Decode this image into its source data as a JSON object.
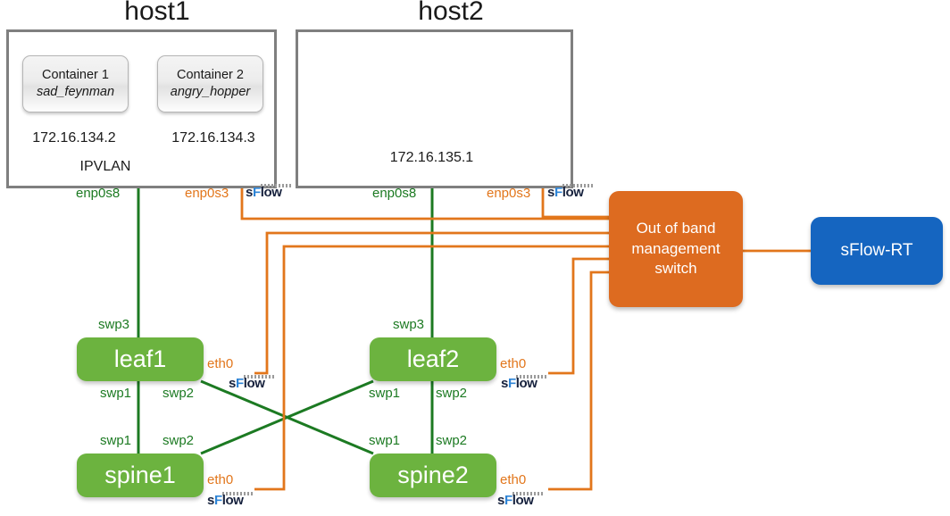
{
  "diagram": {
    "title": "sFlow leaf-spine network topology with Docker containers",
    "colors": {
      "switch_green": "#6cb33f",
      "oob_orange": "#dd6b20",
      "sflowrt_blue": "#1565c0",
      "mgmt_link": "#e2761b",
      "data_link": "#1c7a22",
      "container_link": "#2e7dd1",
      "host_border": "#7f7f7f"
    }
  },
  "hosts": [
    {
      "title": "host1",
      "ip": "172.16.134.2",
      "ip2": "172.16.134.3",
      "network_label": "IPVLAN",
      "containers": [
        {
          "title": "Container 1",
          "name": "sad_feynman"
        },
        {
          "title": "Container 2",
          "name": "angry_hopper"
        }
      ],
      "ports": [
        {
          "label": "enp0s8",
          "kind": "data"
        },
        {
          "label": "enp0s3",
          "kind": "mgmt",
          "sflow": true
        }
      ]
    },
    {
      "title": "host2",
      "ip": "172.16.135.1",
      "containers": [],
      "ports": [
        {
          "label": "enp0s8",
          "kind": "data"
        },
        {
          "label": "enp0s3",
          "kind": "mgmt",
          "sflow": true
        }
      ]
    }
  ],
  "switches": [
    {
      "name": "leaf1",
      "ports": [
        {
          "label": "swp3",
          "kind": "data"
        },
        {
          "label": "swp1",
          "kind": "data"
        },
        {
          "label": "swp2",
          "kind": "data"
        },
        {
          "label": "eth0",
          "kind": "mgmt",
          "sflow": true
        }
      ]
    },
    {
      "name": "leaf2",
      "ports": [
        {
          "label": "swp3",
          "kind": "data"
        },
        {
          "label": "swp1",
          "kind": "data"
        },
        {
          "label": "swp2",
          "kind": "data"
        },
        {
          "label": "eth0",
          "kind": "mgmt",
          "sflow": true
        }
      ]
    },
    {
      "name": "spine1",
      "ports": [
        {
          "label": "swp1",
          "kind": "data"
        },
        {
          "label": "swp2",
          "kind": "data"
        },
        {
          "label": "eth0",
          "kind": "mgmt",
          "sflow": true
        }
      ]
    },
    {
      "name": "spine2",
      "ports": [
        {
          "label": "swp1",
          "kind": "data"
        },
        {
          "label": "swp2",
          "kind": "data"
        },
        {
          "label": "eth0",
          "kind": "mgmt",
          "sflow": true
        }
      ]
    }
  ],
  "oob": {
    "line1": "Out of band",
    "line2": "management",
    "line3": "switch"
  },
  "collector": {
    "name": "sFlow-RT"
  },
  "sflow_logo": {
    "s": "s",
    "f": "F",
    "rest": "low"
  },
  "labels": {
    "host1_title": "host1",
    "host2_title": "host2",
    "host1_ip_left": "172.16.134.2",
    "host1_ip_right": "172.16.134.3",
    "host1_ipvlan": "IPVLAN",
    "host2_ip": "172.16.135.1",
    "container1_title": "Container 1",
    "container1_name": "sad_feynman",
    "container2_title": "Container 2",
    "container2_name": "angry_hopper",
    "host1_enp0s8": "enp0s8",
    "host1_enp0s3": "enp0s3",
    "host2_enp0s8": "enp0s8",
    "host2_enp0s3": "enp0s3",
    "leaf1_name": "leaf1",
    "leaf1_swp3": "swp3",
    "leaf1_swp1": "swp1",
    "leaf1_swp2": "swp2",
    "leaf1_eth0": "eth0",
    "leaf2_name": "leaf2",
    "leaf2_swp3": "swp3",
    "leaf2_swp1": "swp1",
    "leaf2_swp2": "swp2",
    "leaf2_eth0": "eth0",
    "spine1_name": "spine1",
    "spine1_swp1": "swp1",
    "spine1_swp2": "swp2",
    "spine1_eth0": "eth0",
    "spine2_name": "spine2",
    "spine2_swp1": "swp1",
    "spine2_swp2": "swp2",
    "spine2_eth0": "eth0",
    "oob_line1": "Out of band",
    "oob_line2": "management",
    "oob_line3": "switch",
    "sflow_rt": "sFlow-RT"
  }
}
